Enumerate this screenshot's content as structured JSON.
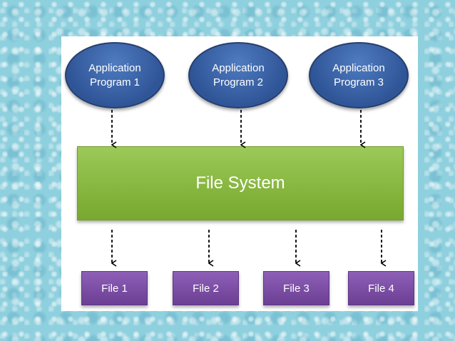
{
  "diagram": {
    "applications": [
      {
        "label": "Application\nProgram  1"
      },
      {
        "label": "Application\nProgram  2"
      },
      {
        "label": "Application\nProgram 3"
      }
    ],
    "file_system": {
      "label": "File System"
    },
    "files": [
      {
        "label": "File 1"
      },
      {
        "label": "File 2"
      },
      {
        "label": "File 3"
      },
      {
        "label": "File 4"
      }
    ],
    "colors": {
      "application": "#2f5597",
      "file_system": "#8dbb44",
      "file": "#7b4ba5",
      "arrow": "#000000"
    }
  }
}
